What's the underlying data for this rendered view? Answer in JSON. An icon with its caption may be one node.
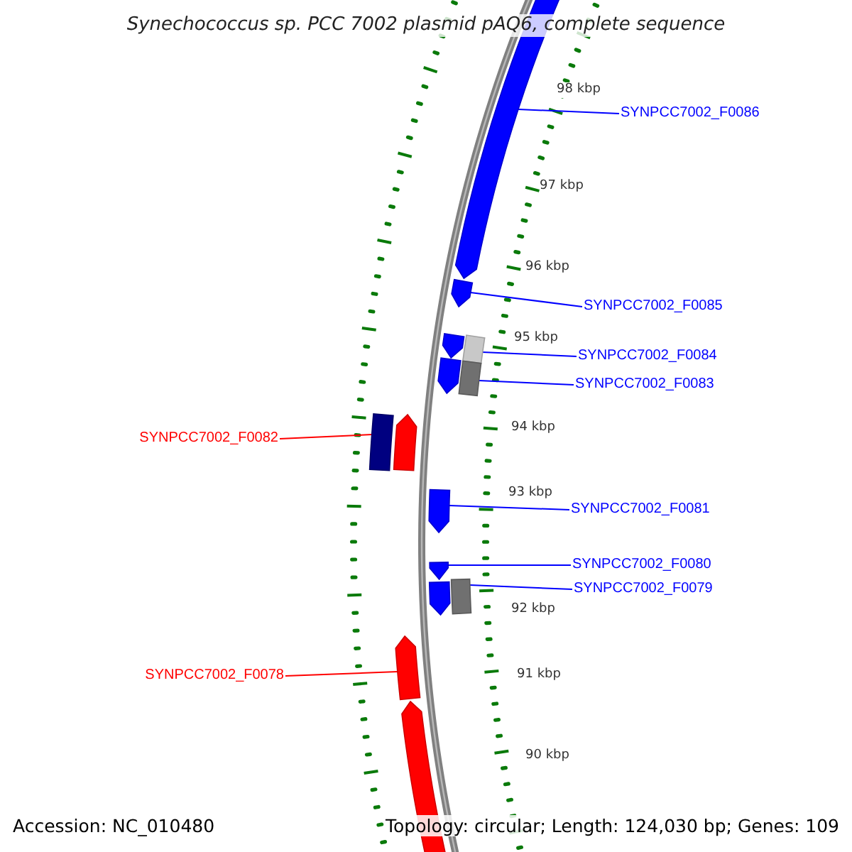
{
  "diagram": {
    "title": "Synechococcus sp. PCC 7002 plasmid pAQ6, complete sequence",
    "nodes": [
      {
        "text": [
          "SYNPCC7002_F0086"
        ]
      },
      {
        "text": [
          "SYNPCC7002_F0085"
        ]
      },
      {
        "text": [
          "SYNPCC7002_F0084"
        ]
      },
      {
        "text": [
          "SYNPCC7002_F0083"
        ]
      },
      {
        "text": [
          "SYNPCC7002_F0082"
        ]
      },
      {
        "text": [
          "SYNPCC7002_F0081"
        ]
      },
      {
        "text": [
          "SYNPCC7002_F0080"
        ]
      },
      {
        "text": [
          "SYNPCC7002_F0079"
        ]
      },
      {
        "text": [
          "SYNPCC7002_F0078"
        ]
      },
      {
        "text": [],
        "shape": "pentagon"
      },
      {
        "text": [],
        "shape": "pentagon"
      },
      {
        "text": [],
        "shape": "pentagon"
      },
      {
        "text": [],
        "shape": "box"
      },
      {
        "text": [],
        "shape": "pentagon"
      },
      {
        "text": [],
        "shape": "box"
      },
      {
        "text": [],
        "shape": "box"
      },
      {
        "text": [],
        "shape": "pentagon"
      },
      {
        "text": [],
        "shape": "pentagon"
      },
      {
        "text": [],
        "shape": "pentagon"
      },
      {
        "text": [],
        "shape": "box"
      },
      {
        "text": [],
        "shape": "pentagon"
      },
      {
        "text": [],
        "shape": "pentagon"
      },
      {
        "text": [],
        "shape": "pentagon"
      }
    ],
    "edges": [
      {
        "from": 0,
        "to": 9,
        "arrow": "none"
      },
      {
        "from": 1,
        "to": 10,
        "arrow": "none"
      },
      {
        "from": 2,
        "to": 12,
        "arrow": "none"
      },
      {
        "from": 3,
        "to": 14,
        "arrow": "none"
      },
      {
        "from": 4,
        "to": 15,
        "arrow": "none",
        "color": "#ff0000"
      },
      {
        "from": 5,
        "to": 17,
        "arrow": "none"
      },
      {
        "from": 6,
        "to": 18,
        "arrow": "none"
      },
      {
        "from": 7,
        "to": 19,
        "arrow": "none"
      },
      {
        "from": 8,
        "to": 21,
        "arrow": "none",
        "color": "#ff0000"
      }
    ],
    "labels": [
      "98 kbp",
      "97 kbp",
      "96 kbp",
      "95 kbp",
      "94 kbp",
      "93 kbp",
      "92 kbp",
      "91 kbp",
      "90 kbp",
      "Accession: NC_010480",
      "Topology: circular; Length: 124,030 bp; Genes: 109"
    ]
  }
}
